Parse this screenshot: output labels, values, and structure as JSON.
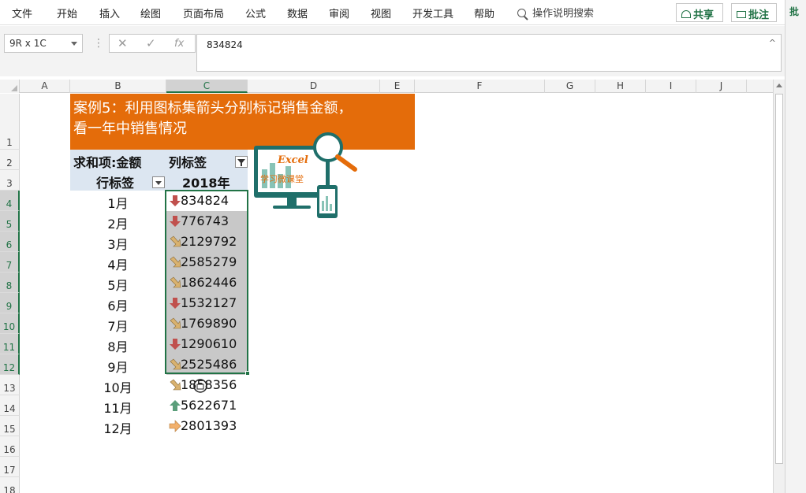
{
  "menu": {
    "items": [
      "文件",
      "开始",
      "插入",
      "绘图",
      "页面布局",
      "公式",
      "数据",
      "审阅",
      "视图",
      "开发工具",
      "帮助"
    ],
    "tell_me": "操作说明搜索",
    "share": "共享",
    "comment": "批注",
    "pane_tab": "批"
  },
  "formula_bar": {
    "name_box": "9R x 1C",
    "cancel_glyph": "✕",
    "enter_glyph": "✓",
    "fx_glyph": "fx",
    "value": "834824"
  },
  "columns": [
    "A",
    "B",
    "C",
    "D",
    "E",
    "F",
    "G",
    "H",
    "I",
    "J"
  ],
  "rows": [
    "1",
    "2",
    "3",
    "4",
    "5",
    "6",
    "7",
    "8",
    "9",
    "10",
    "11",
    "12",
    "13",
    "14",
    "15",
    "16",
    "17",
    "18"
  ],
  "title": {
    "line1": "案例5：利用图标集箭头分别标记销售金额，",
    "line2": "看一年中销售情况"
  },
  "pivot": {
    "values_label": "求和项:金额",
    "col_label": "列标签",
    "row_label": "行标签",
    "year": "2018年",
    "rows": [
      {
        "month": "1月",
        "value": "834824",
        "icon": "down"
      },
      {
        "month": "2月",
        "value": "776743",
        "icon": "down"
      },
      {
        "month": "3月",
        "value": "2129792",
        "icon": "down-right"
      },
      {
        "month": "4月",
        "value": "2585279",
        "icon": "down-right"
      },
      {
        "month": "5月",
        "value": "1862446",
        "icon": "down-right"
      },
      {
        "month": "6月",
        "value": "1532127",
        "icon": "down"
      },
      {
        "month": "7月",
        "value": "1769890",
        "icon": "down-right"
      },
      {
        "month": "8月",
        "value": "1290610",
        "icon": "down"
      },
      {
        "month": "9月",
        "value": "2525486",
        "icon": "down-right"
      },
      {
        "month": "10月",
        "value": "1858356",
        "icon": "down-right"
      },
      {
        "month": "11月",
        "value": "5622671",
        "icon": "up"
      },
      {
        "month": "12月",
        "value": "2801393",
        "icon": "right"
      }
    ]
  },
  "logo": {
    "brand": "Excel",
    "tagline": "学习微课堂"
  },
  "colors": {
    "accent": "#217346",
    "title_bg": "#e46c0a",
    "pivot_header_bg": "#dce6f1",
    "arrow_down": "#c0504d",
    "arrow_diag": "#d9b26f",
    "arrow_up": "#5a9e7a",
    "arrow_right": "#f2b06b"
  }
}
